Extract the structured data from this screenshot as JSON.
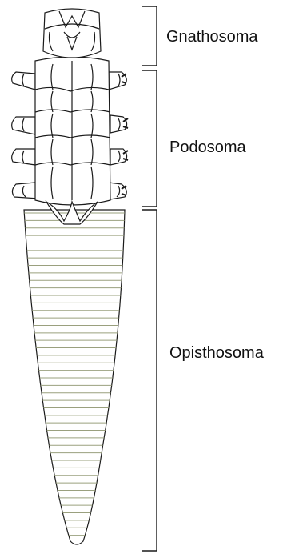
{
  "figure": {
    "labels": {
      "gnathosoma": "Gnathosoma",
      "podosoma": "Podosoma",
      "opisthosoma": "Opisthosoma"
    },
    "colors": {
      "outline": "#1a1a1a",
      "stripe": "#9aa07e",
      "body_fill": "#ffffff"
    },
    "stripe_count": 44
  }
}
